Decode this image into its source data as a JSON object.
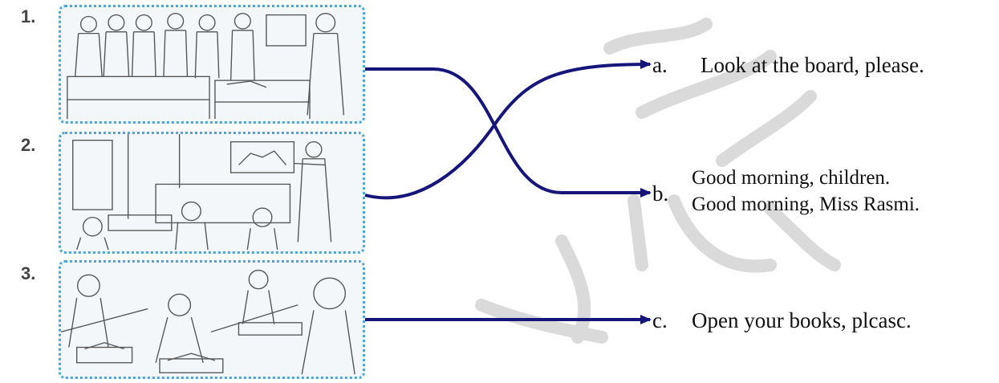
{
  "items": [
    {
      "number": "1."
    },
    {
      "number": "2."
    },
    {
      "number": "3."
    }
  ],
  "answers": {
    "a": {
      "letter": "a.",
      "text": "Look at the board, please."
    },
    "b": {
      "letter": "b.",
      "line1": "Good morning, children.",
      "line2": "Good morning, Miss Rasmi."
    },
    "c": {
      "letter": "c.",
      "text": "Open your books, plcasc."
    }
  },
  "matches": [
    {
      "picture": "1",
      "answer": "b"
    },
    {
      "picture": "2",
      "answer": "a"
    },
    {
      "picture": "3",
      "answer": "c"
    }
  ],
  "colors": {
    "connector": "#16167a",
    "picture_border": "#4aa6d6",
    "watermark": "#d9d9d9"
  }
}
